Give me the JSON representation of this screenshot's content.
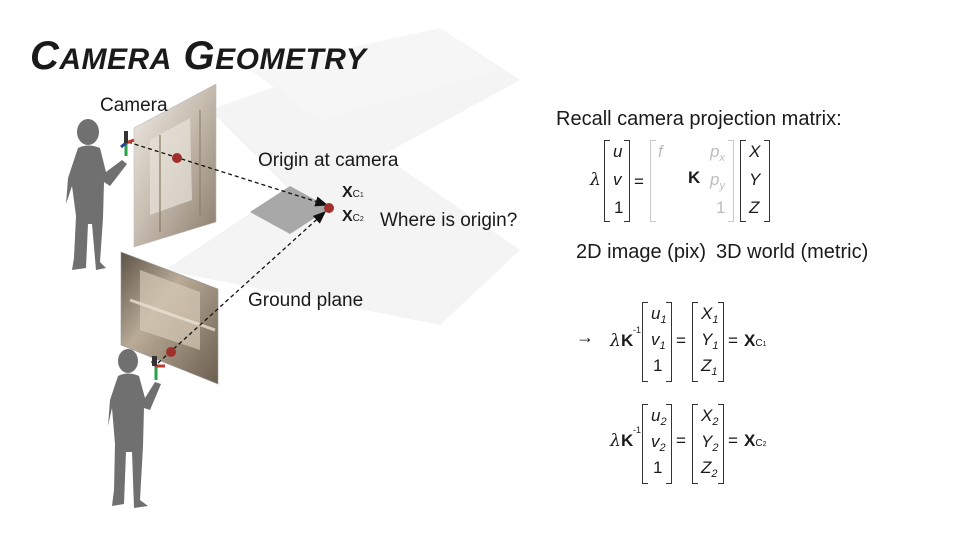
{
  "title": {
    "first_cap": "C",
    "first_rest": "AMERA",
    "second_cap": "G",
    "second_rest": "EOMETRY"
  },
  "labels": {
    "camera": "Camera",
    "origin_at_camera": "Origin at camera",
    "where_is_origin": "Where is origin?",
    "ground_plane": "Ground plane",
    "x_c1_main": "X",
    "x_c1_sub": "C",
    "x_c1_subsub": "1",
    "x_c2_main": "X",
    "x_c2_sub": "C",
    "x_c2_subsub": "2"
  },
  "projection": {
    "heading": "Recall camera projection matrix:",
    "lambda": "λ",
    "lhs": [
      "u",
      "v",
      "1"
    ],
    "K_entries": {
      "f": "f",
      "px": "p",
      "px_sub": "x",
      "py": "p",
      "py_sub": "y",
      "one": "1",
      "K": "K"
    },
    "rhs": [
      "X",
      "Y",
      "Z"
    ],
    "caption_2d": "2D image (pix)",
    "caption_3d": "3D world (metric)"
  },
  "eq1": {
    "lambda": "λ",
    "K": "K",
    "inv": "-1",
    "lhs": [
      "u",
      "v",
      "1"
    ],
    "lhs_sub": [
      "1",
      "1",
      ""
    ],
    "rhs": [
      "X",
      "Y",
      "Z"
    ],
    "rhs_sub": [
      "1",
      "1",
      "1"
    ],
    "result": "X",
    "result_sub": "C",
    "result_subsub": "1",
    "eq": "=",
    "arrow": "→"
  },
  "eq2": {
    "lambda": "λ",
    "K": "K",
    "inv": "-1",
    "lhs": [
      "u",
      "v",
      "1"
    ],
    "lhs_sub": [
      "2",
      "2",
      ""
    ],
    "rhs": [
      "X",
      "Y",
      "Z"
    ],
    "rhs_sub": [
      "2",
      "2",
      "2"
    ],
    "result": "X",
    "result_sub": "C",
    "result_subsub": "2",
    "eq": "="
  },
  "colors": {
    "point": "#a0302a",
    "plane": "#a8a8a8",
    "silhouette": "#6f6f6f",
    "bg_band": "#f3f3f3"
  }
}
